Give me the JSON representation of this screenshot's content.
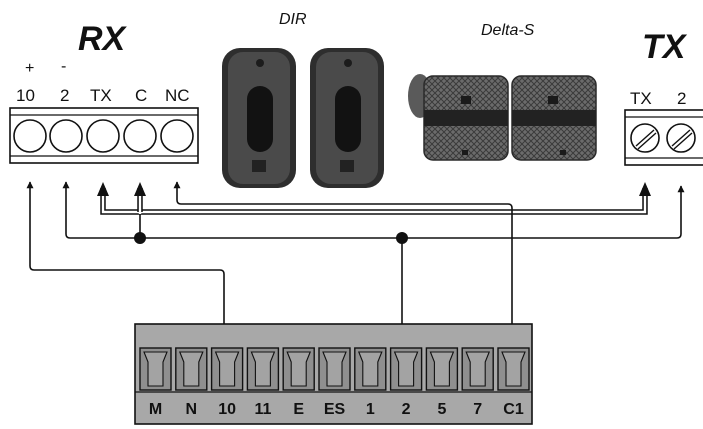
{
  "rx": {
    "title": "RX",
    "polarity": [
      "+",
      "-"
    ],
    "terminals": [
      "10",
      "2",
      "TX",
      "C",
      "NC"
    ]
  },
  "tx": {
    "title": "TX",
    "terminals": [
      "TX",
      "2"
    ]
  },
  "devices": {
    "dir_label": "DIR",
    "delta_label": "Delta-S"
  },
  "board": {
    "terminals": [
      "M",
      "N",
      "10",
      "11",
      "E",
      "ES",
      "1",
      "2",
      "5",
      "7",
      "C1"
    ]
  },
  "colors": {
    "line": "#111111",
    "board_fill": "#a8a8a8",
    "block_fill": "#ffffff",
    "device_body": "#3a3a3a"
  }
}
